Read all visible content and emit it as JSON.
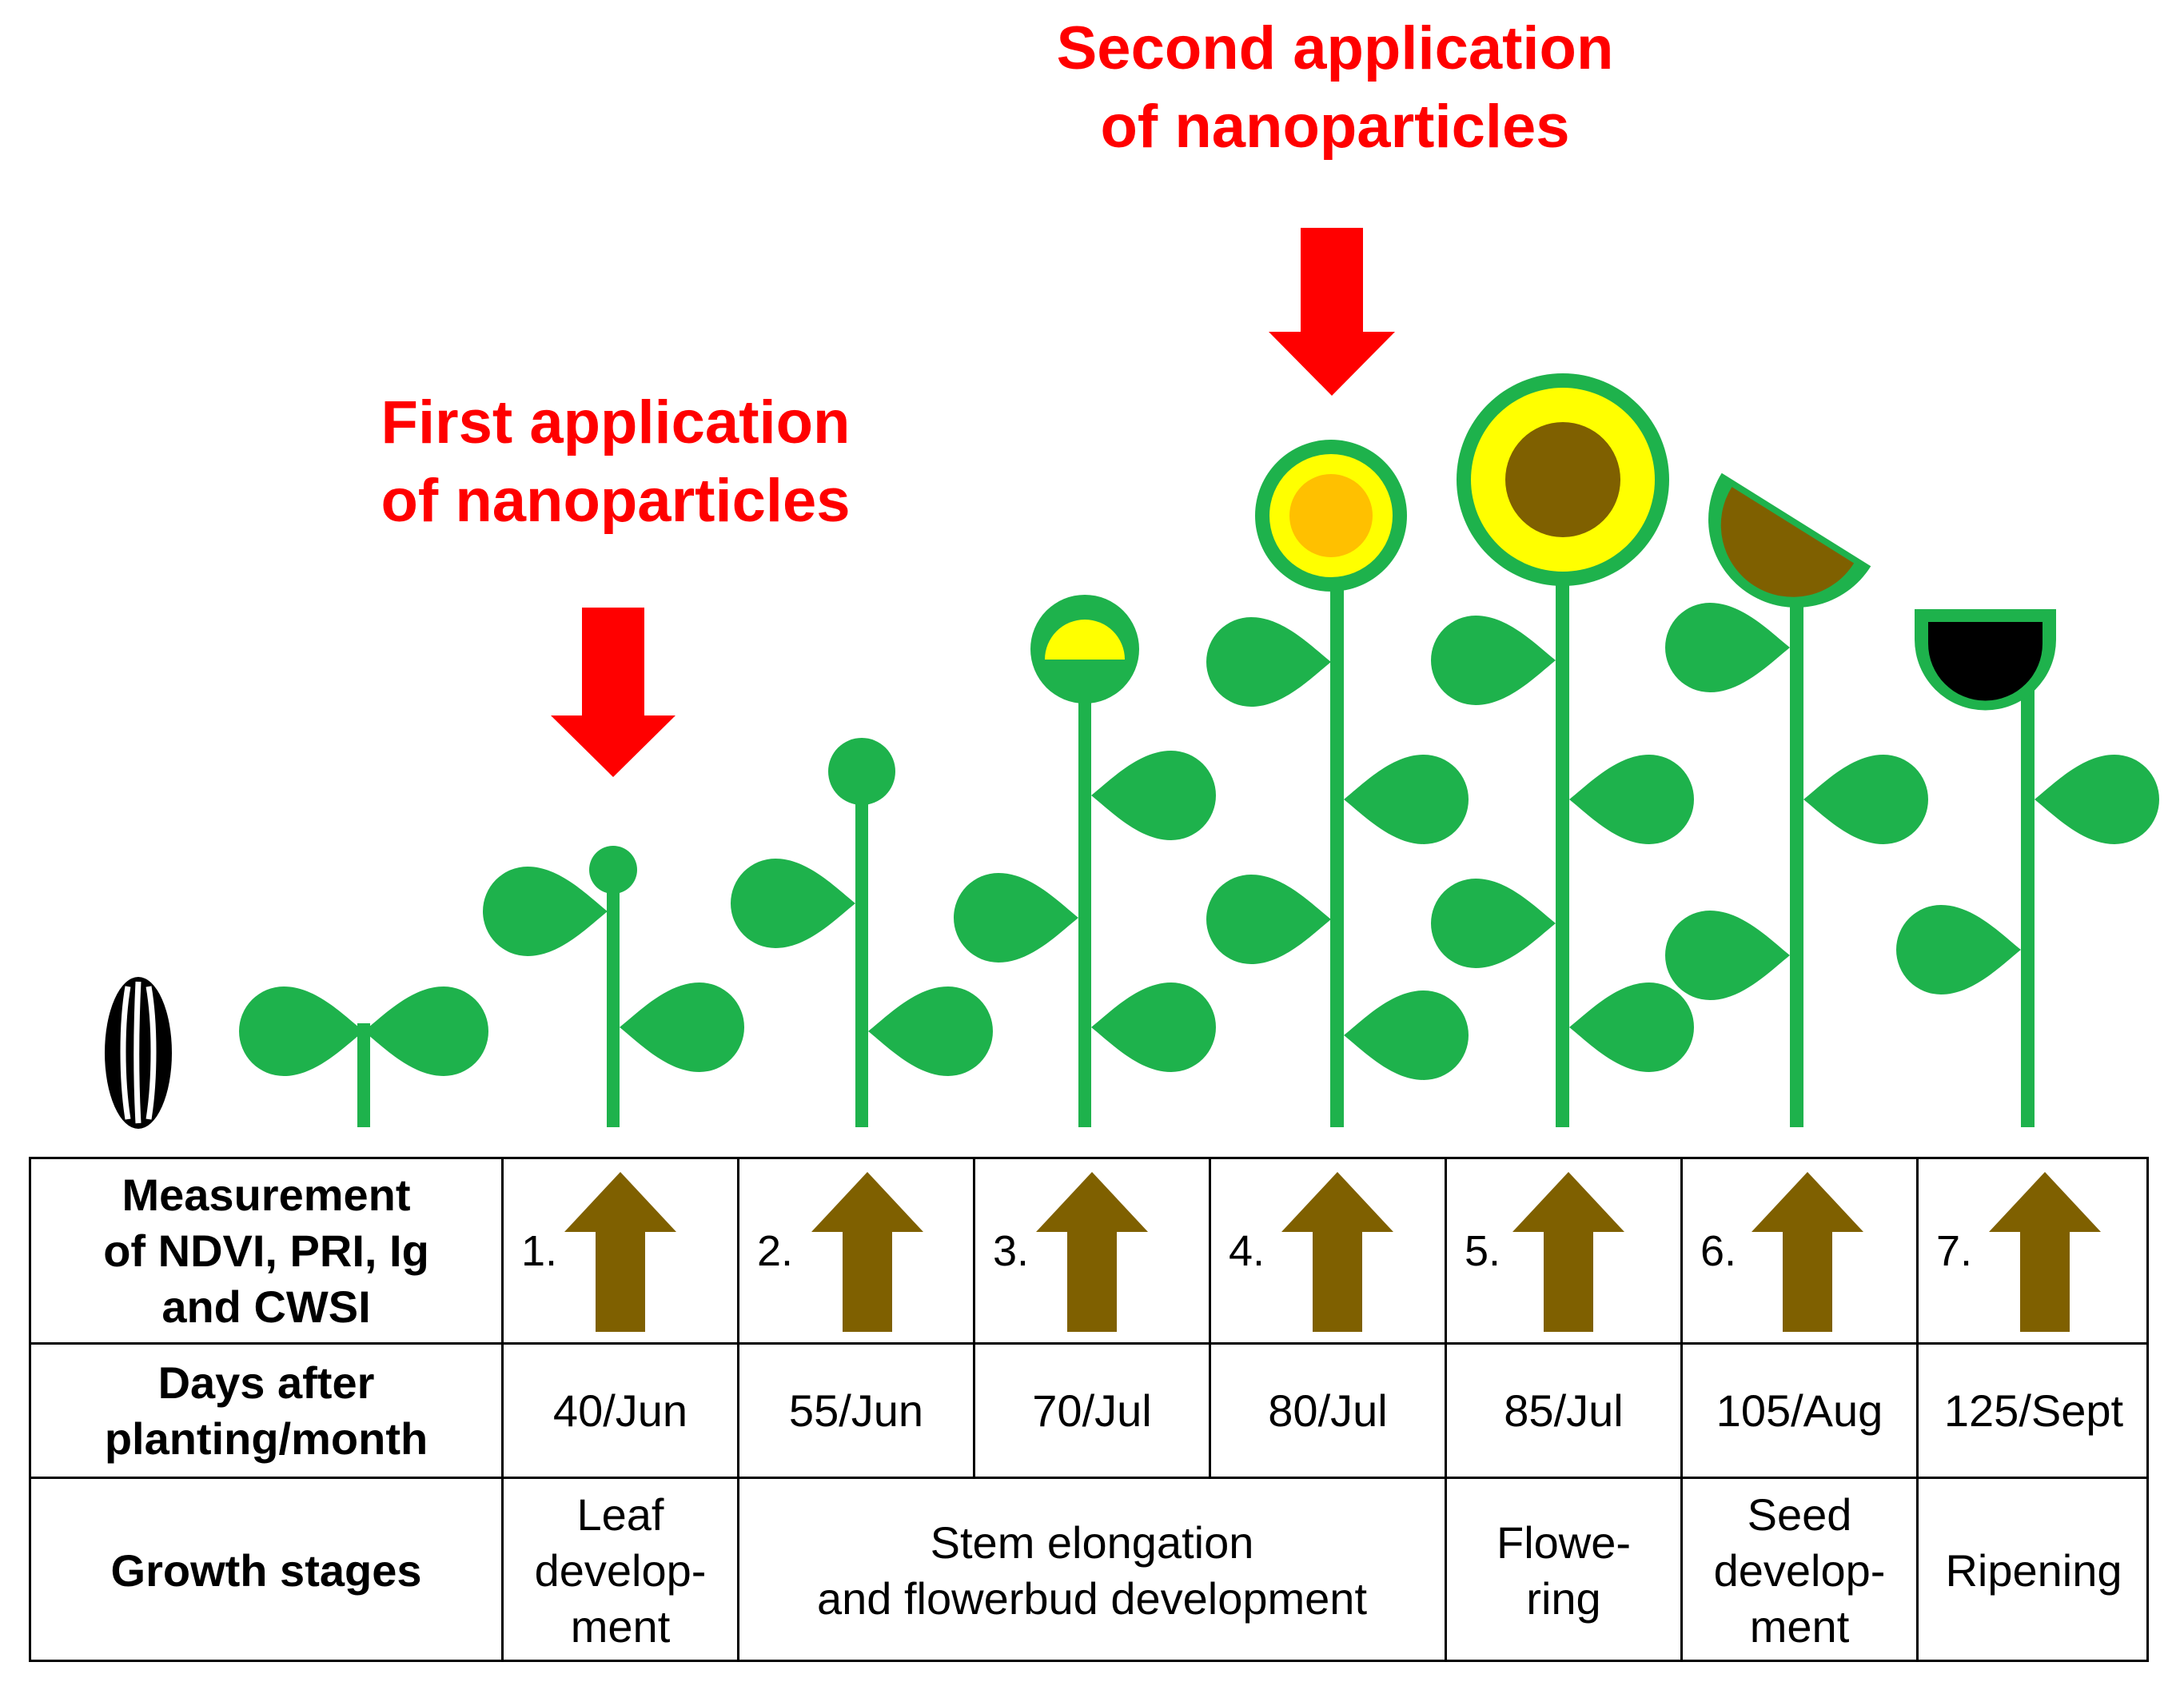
{
  "annotations": {
    "first_application": [
      "First application",
      "of nanoparticles"
    ],
    "second_application": [
      "Second application",
      "of nanoparticles"
    ]
  },
  "table": {
    "row_headers": {
      "measurement": [
        "Measurement",
        "of NDVI, PRI, Ig",
        "and CWSI"
      ],
      "days": [
        "Days after",
        "planting/month"
      ],
      "growth": [
        "Growth stages"
      ]
    },
    "measurements": [
      "1.",
      "2.",
      "3.",
      "4.",
      "5.",
      "6.",
      "7."
    ],
    "days": [
      "40/Jun",
      "55/Jun",
      "70/Jul",
      "80/Jul",
      "85/Jul",
      "105/Aug",
      "125/Sept"
    ],
    "growth_stages": [
      [
        "Leaf",
        "develop-",
        "ment"
      ],
      [
        "Stem elongation",
        "and flowerbud development"
      ],
      [
        "Flowe-",
        "ring"
      ],
      [
        "Seed",
        "develop-",
        "ment"
      ],
      [
        "Ripening"
      ]
    ]
  },
  "colors": {
    "plant_green": "#1eb24c",
    "application_red": "#ff0000",
    "measure_arrow_brown": "#7f6000",
    "flower_yellow": "#ffff00",
    "bud_orange": "#ffc000",
    "seed_brown": "#7f6000",
    "ripe_black": "#000000"
  },
  "icons": {
    "seed": "sunflower-seed-icon",
    "application_arrow": "red-down-arrow-icon",
    "measurement_arrow": "brown-up-arrow-icon"
  }
}
